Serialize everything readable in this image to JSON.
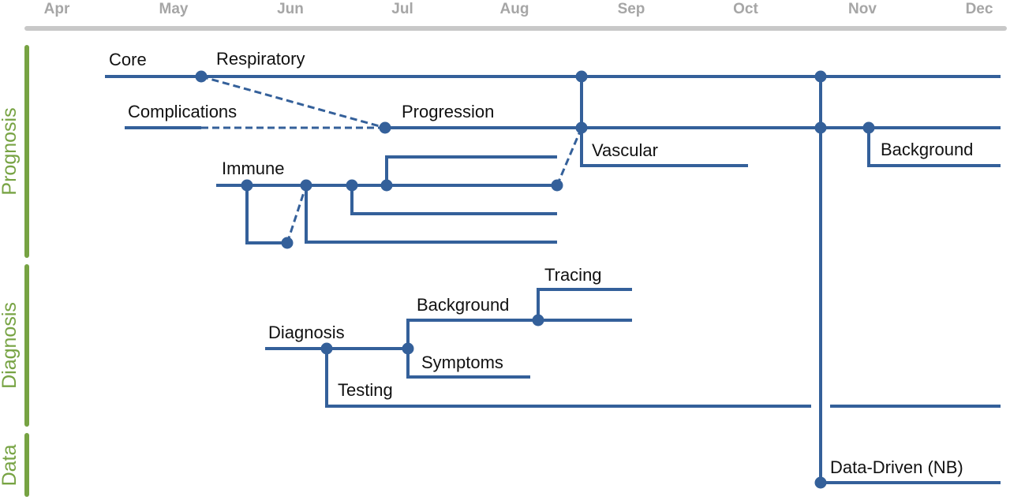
{
  "timeline": {
    "months": [
      "Apr",
      "May",
      "Jun",
      "Jul",
      "Aug",
      "Sep",
      "Oct",
      "Nov",
      "Dec"
    ]
  },
  "sections": [
    "Prognosis",
    "Diagnosis",
    "Data"
  ],
  "labels": {
    "core": "Core",
    "respiratory": "Respiratory",
    "complications": "Complications",
    "progression": "Progression",
    "vascular": "Vascular",
    "background_top": "Background",
    "immune": "Immune",
    "tracing": "Tracing",
    "background_diag": "Background",
    "diagnosis": "Diagnosis",
    "symptoms": "Symptoms",
    "testing": "Testing",
    "data_driven": "Data-Driven (NB)"
  },
  "colors": {
    "line": "#34609a",
    "section": "#77a343",
    "month": "#a6a6a6",
    "axis": "#c8c8c8"
  }
}
